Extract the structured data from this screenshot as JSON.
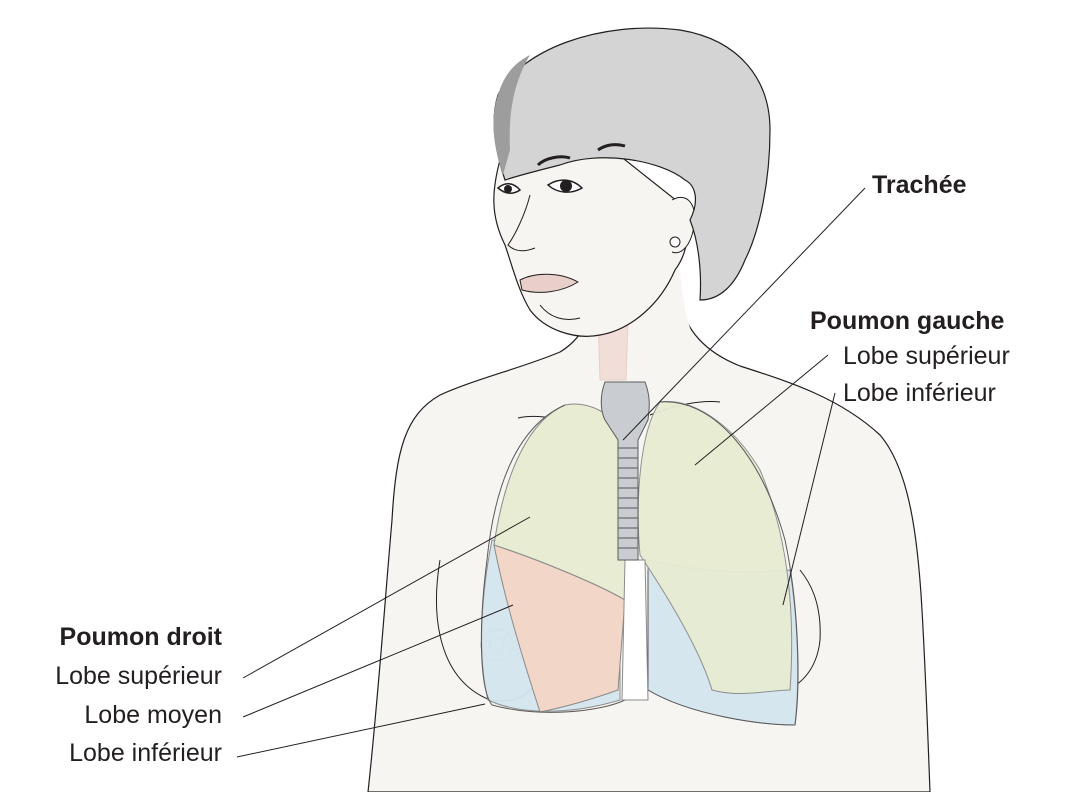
{
  "labels": {
    "trachea": "Trachée",
    "left_lung": {
      "title": "Poumon gauche",
      "upper_lobe": "Lobe supérieur",
      "lower_lobe": "Lobe inférieur"
    },
    "right_lung": {
      "title": "Poumon droit",
      "upper_lobe": "Lobe supérieur",
      "middle_lobe": "Lobe moyen",
      "lower_lobe": "Lobe inférieur"
    }
  },
  "colors": {
    "outline": "#231f20",
    "skin": "#f7f5f1",
    "hair": "#d4d4d4",
    "hair_shadow": "#9d9d9d",
    "upper_lobe": "#e7ecd2",
    "middle_lobe": "#f2d6c8",
    "lower_lobe": "#d5e6ee",
    "trachea": "#c9cdd1",
    "airway": "#f0d9d4"
  }
}
